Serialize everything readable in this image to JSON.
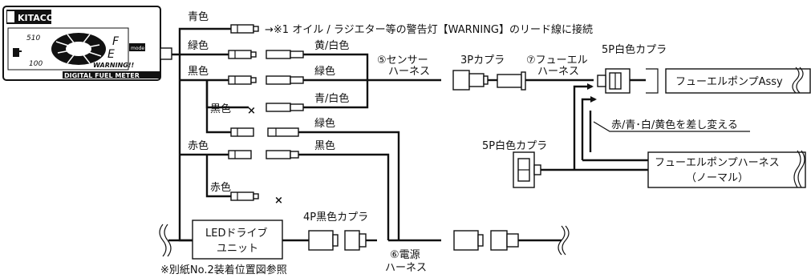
{
  "meter": {
    "brand": "KITACO",
    "scale_top": "510",
    "scale_bottom": "100",
    "letter_f": "F",
    "letter_e": "E",
    "warning": "WARNING!!",
    "mode": "mode",
    "name": "DIGITAL FUEL METER"
  },
  "wires": {
    "blue": "青色",
    "green": "緑色",
    "black": "黒色",
    "black_cut": "黒色",
    "red": "赤色",
    "red_cut": "赤色",
    "yellow_white": "黄/白色",
    "green_2": "緑色",
    "blue_white": "青/白色",
    "green_3": "緑色",
    "black_2": "黒色",
    "cut_mark": "×",
    "cut_mark_2": "×"
  },
  "notes": {
    "warning_connect": "→※1 オイル / ラジエター等の警告灯【WARNING】のリード線に接続",
    "swap": "赤/青･白/黄色を差し変える",
    "ref": "※別紙No.2装着位置図参照"
  },
  "components": {
    "sensor_harness_1": "⑤センサー",
    "sensor_harness_2": "ハーネス",
    "coupler_3p": "3Pカプラ",
    "fuel_harness_1": "⑦フューエル",
    "fuel_harness_2": "ハーネス",
    "coupler_5p_top": "5P白色カプラ",
    "pump_assy": "フューエルポンプAssy",
    "coupler_5p_bottom": "5P白色カプラ",
    "pump_harness_1": "フューエルポンプハーネス",
    "pump_harness_2": "（ノーマル）",
    "led_unit_1": "LEDドライブ",
    "led_unit_2": "ユニット",
    "coupler_4p": "4P黒色カプラ",
    "power_harness_1": "⑥電源",
    "power_harness_2": "ハーネス"
  }
}
